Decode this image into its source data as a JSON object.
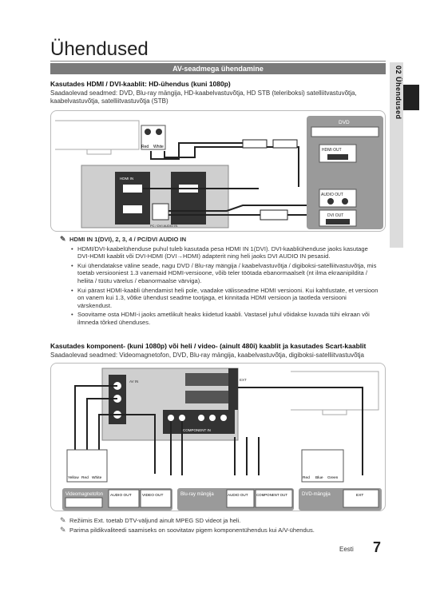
{
  "page": {
    "title": "Ühendused",
    "banner": "AV-seadmega ühendamine",
    "side_label": "02 Ühendused",
    "footer_label": "Eesti",
    "page_number": "7"
  },
  "section1": {
    "heading": "Kasutades HDMI / DVI-kaablit: HD-ühendus (kuni 1080p)",
    "description": "Saadaolevad seadmed: DVD, Blu-ray mängija, HD-kaabelvastuvõtja, HD STB (teleriboksi) satelliitvastuvõtja, kaabelvastuvõtja, satelliitvastuvõtja (STB)",
    "diagram": {
      "device_label": "DVD",
      "hdmi_out": "HDMI OUT",
      "audio_out": "AUDIO OUT",
      "dvi_out": "DVI OUT",
      "cable_red": "Red",
      "cable_white": "White",
      "port_hdmi_in": "HDMI IN",
      "port_pc_dvi": "PC / DVI AUDIO IN"
    }
  },
  "notes1": {
    "head": "HDMI IN 1(DVI), 2, 3, 4 / PC/DVI AUDIO IN",
    "items": [
      "HDMI/DVI-kaabelühenduse puhul tuleb kasutada pesa HDMI IN 1(DVI). DVI-kaabliühenduse jaoks kasutage DVI-HDMI kaablit või DVI-HDMI (DVI→HDMI) adapterit ning heli jaoks DVI AUDIO IN pesasid.",
      "Kui ühendatakse väline seade, nagu DVD / Blu-ray mängija / kaabelvastuvõtja / digiboksi-satelliitvastuvõtja, mis toetab versiooniest 1.3 vanemaid HDMI-versioone, võib teler töötada ebanormaalselt (nt ilma ekraanipildita / heliita / tüütu värelus / ebanormaalse värviga).",
      "Kui pärast HDMI-kaabli ühendamist heli pole, vaadake välisseadme HDMI versiooni. Kui kahtlustate, et versioon on vanem kui 1.3, võtke ühendust seadme tootjaga, et kinnitada HDMI versioon ja taotleda versiooni värskendust.",
      "Soovitame osta HDMI-i jaoks ametlikult heaks kiidetud kaabli. Vastasel juhul võidakse kuvada tühi ekraan või ilmneda tõrked ühenduses."
    ]
  },
  "section2": {
    "heading": "Kasutades komponent- (kuni 1080p) või heli / video- (ainult 480i) kaablit ja kasutades Scart-kaablit",
    "description": "Saadaolevad seadmed: Videomagnetofon, DVD, Blu-ray mängija, kaabelvastuvõtja, digiboksi-satelliitvastuvõtja",
    "diagram": {
      "vcr_label": "Videomagnetofon",
      "bluray_label": "Blu-ray mängija",
      "dvd_label": "DVD-mängija",
      "audio_out": "AUDIO OUT",
      "video_out": "VIDEO OUT",
      "component_out": "COMPONENT OUT",
      "ext_label": "EXT",
      "cables_left": [
        "Yellow",
        "Red",
        "White"
      ],
      "cables_right": [
        "Red",
        "Blue",
        "Green"
      ],
      "port_av_in": "AV IN",
      "port_component_in": "COMPONENT IN",
      "port_ext": "EXT"
    }
  },
  "notes2": {
    "items": [
      "Režiimis Ext. toetab DTV-väljund ainult MPEG SD videot ja heli.",
      "Parima pildikvaliteedi saamiseks on soovitatav pigem komponentühendus kui A/V-ühendus."
    ]
  },
  "colors": {
    "banner": "#7a7a7a",
    "device_box": "#9a9a9a",
    "tv_panel": "#cfcfcf",
    "cable": "#222222"
  }
}
